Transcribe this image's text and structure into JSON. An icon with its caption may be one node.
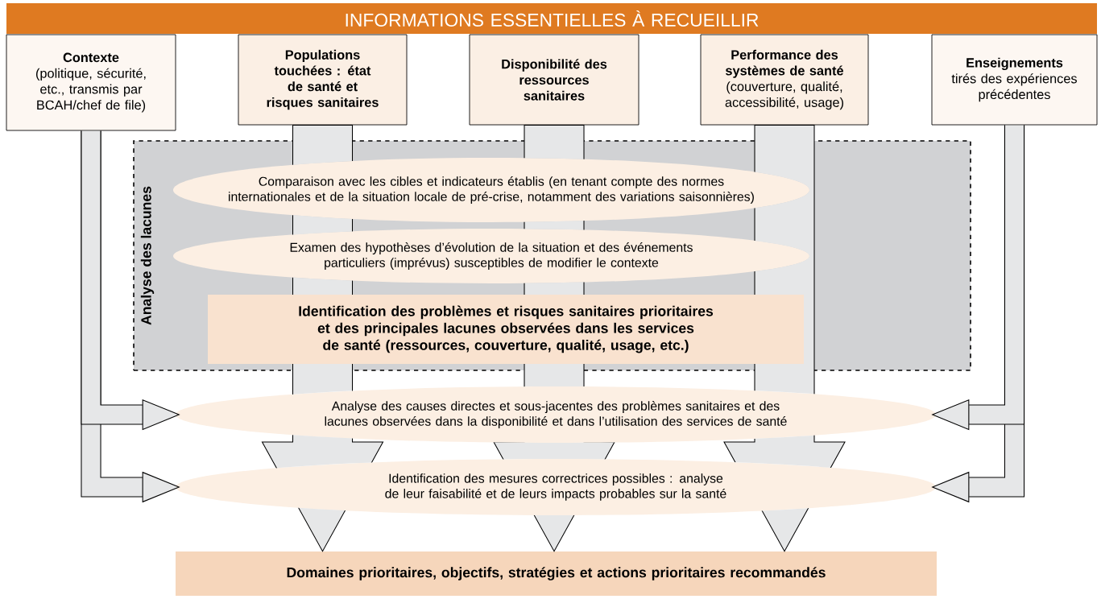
{
  "diagram": {
    "nodes": [
      {
        "text": [
          "INFORMATIONS ESSENTIELLES À RECUEILLIR"
        ]
      },
      {
        "text": [
          "Contexte",
          "(politique, sécurité, etc., transmis par BCAH/chef de file)"
        ]
      },
      {
        "text": [
          "Populations touchées : état de santé et risques sanitaires"
        ]
      },
      {
        "text": [
          "Disponibilité des ressources sanitaires"
        ]
      },
      {
        "text": [
          "Performance des systèmes de santé",
          "(couverture, qualité, accessibilité, usage)"
        ]
      },
      {
        "text": [
          "Enseignements",
          "tirés des expériences précédentes"
        ]
      },
      {
        "text": [
          "Analyse des lacunes"
        ]
      },
      {
        "text": [
          "Comparaison avec les cibles et indicateurs établis (en tenant compte des normes internationales et de la situation locale de pré-crise, notamment des variations saisonnières)"
        ],
        "in": 6
      },
      {
        "text": [
          "Examen des hypothèses d’évolution de la situation et des événements particuliers (imprévus) susceptibles de modifier le contexte"
        ],
        "in": 6
      },
      {
        "text": [
          "Identification des problèmes et risques sanitaires prioritaires et des principales lacunes observées dans les services de santé (ressources, couverture, qualité, usage, etc.)"
        ],
        "in": 6
      },
      {
        "text": [
          "Analyse des causes directes et sous-jacentes des problèmes sanitaires et des lacunes observées dans la disponibilité et dans l’utilisation des services de santé"
        ]
      },
      {
        "text": [
          "Identification des mesures correctrices possibles : analyse de leur faisabilité et de leurs impacts probables sur la santé"
        ]
      },
      {
        "text": [
          "Domaines prioritaires, objectifs, stratégies et actions prioritaires recommandés"
        ]
      }
    ],
    "edges": [
      {
        "from": 2,
        "to": 12,
        "arrow": "to"
      },
      {
        "from": 3,
        "to": 12,
        "arrow": "to"
      },
      {
        "from": 4,
        "to": 12,
        "arrow": "to"
      },
      {
        "from": 1,
        "to": 10,
        "arrow": "to"
      },
      {
        "from": 1,
        "to": 11,
        "arrow": "to"
      },
      {
        "from": 5,
        "to": 10,
        "arrow": "to"
      },
      {
        "from": 5,
        "to": 11,
        "arrow": "to"
      }
    ]
  }
}
